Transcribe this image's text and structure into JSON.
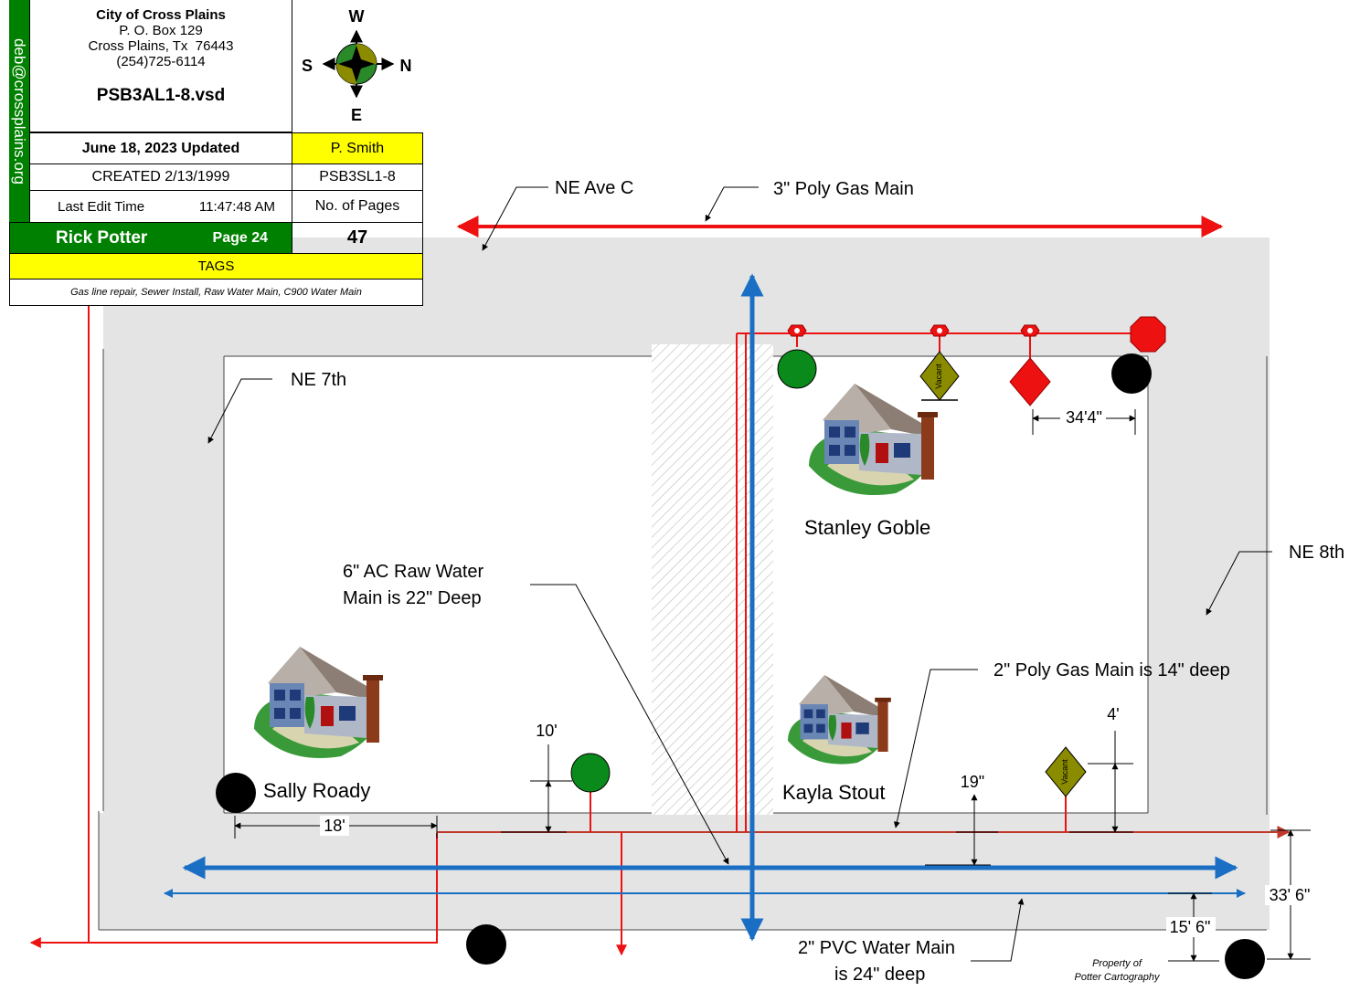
{
  "title_block": {
    "org": "City of Cross Plains",
    "po_box": "P. O. Box 129",
    "city_line": "Cross Plains, Tx  76443",
    "phone": "(254)725-6114",
    "file": "PSB3AL1-8.vsd",
    "email": "deb@crossplains.org",
    "updated": "June 18, 2023 Updated",
    "editor": "P. Smith",
    "created": "CREATED 2/13/1999",
    "sheet_id": "PSB3SL1-8",
    "last_edit_label": "Last Edit Time",
    "last_edit_time": "11:47:48 AM",
    "pages_label": "No. of Pages",
    "author": "Rick Potter",
    "page": "Page 24",
    "pages_count": "47",
    "tags_label": "TAGS",
    "tags": "Gas line repair, Sewer Install, Raw Water Main, C900 Water Main"
  },
  "compass": {
    "top": "W",
    "left": "S",
    "right": "N",
    "bottom": "E"
  },
  "labels": {
    "ne_ave_c": "NE Ave C",
    "poly_gas_main": "3\" Poly Gas Main",
    "ne_7th": "NE 7th",
    "ne_8th": "NE 8th",
    "raw_water_1": "6\" AC Raw Water",
    "raw_water_2": "Main is 22\" Deep",
    "gas_2in": "2\" Poly Gas Main is 14\" deep",
    "pvc_1": "2\" PVC Water Main",
    "pvc_2": "is 24\" deep",
    "property_1": "Property of",
    "property_2": "Potter Cartography"
  },
  "dimensions": {
    "d_34_4": "34'4\"",
    "d_10": "10'",
    "d_18": "18'",
    "d_4": "4'",
    "d_19": "19\"",
    "d_33_6": "33' 6\"",
    "d_15_6": "15' 6\""
  },
  "residents": {
    "stanley": "Stanley Goble",
    "sally": "Sally Roady",
    "kayla": "Kayla Stout"
  },
  "markers": {
    "vacant": "Vacant"
  },
  "colors": {
    "gas": "#ee1111",
    "water": "#1a6fc4",
    "street": "#e4e4e4",
    "green": "#008000",
    "yellow": "#ffff00",
    "olive": "#8b8b00"
  }
}
